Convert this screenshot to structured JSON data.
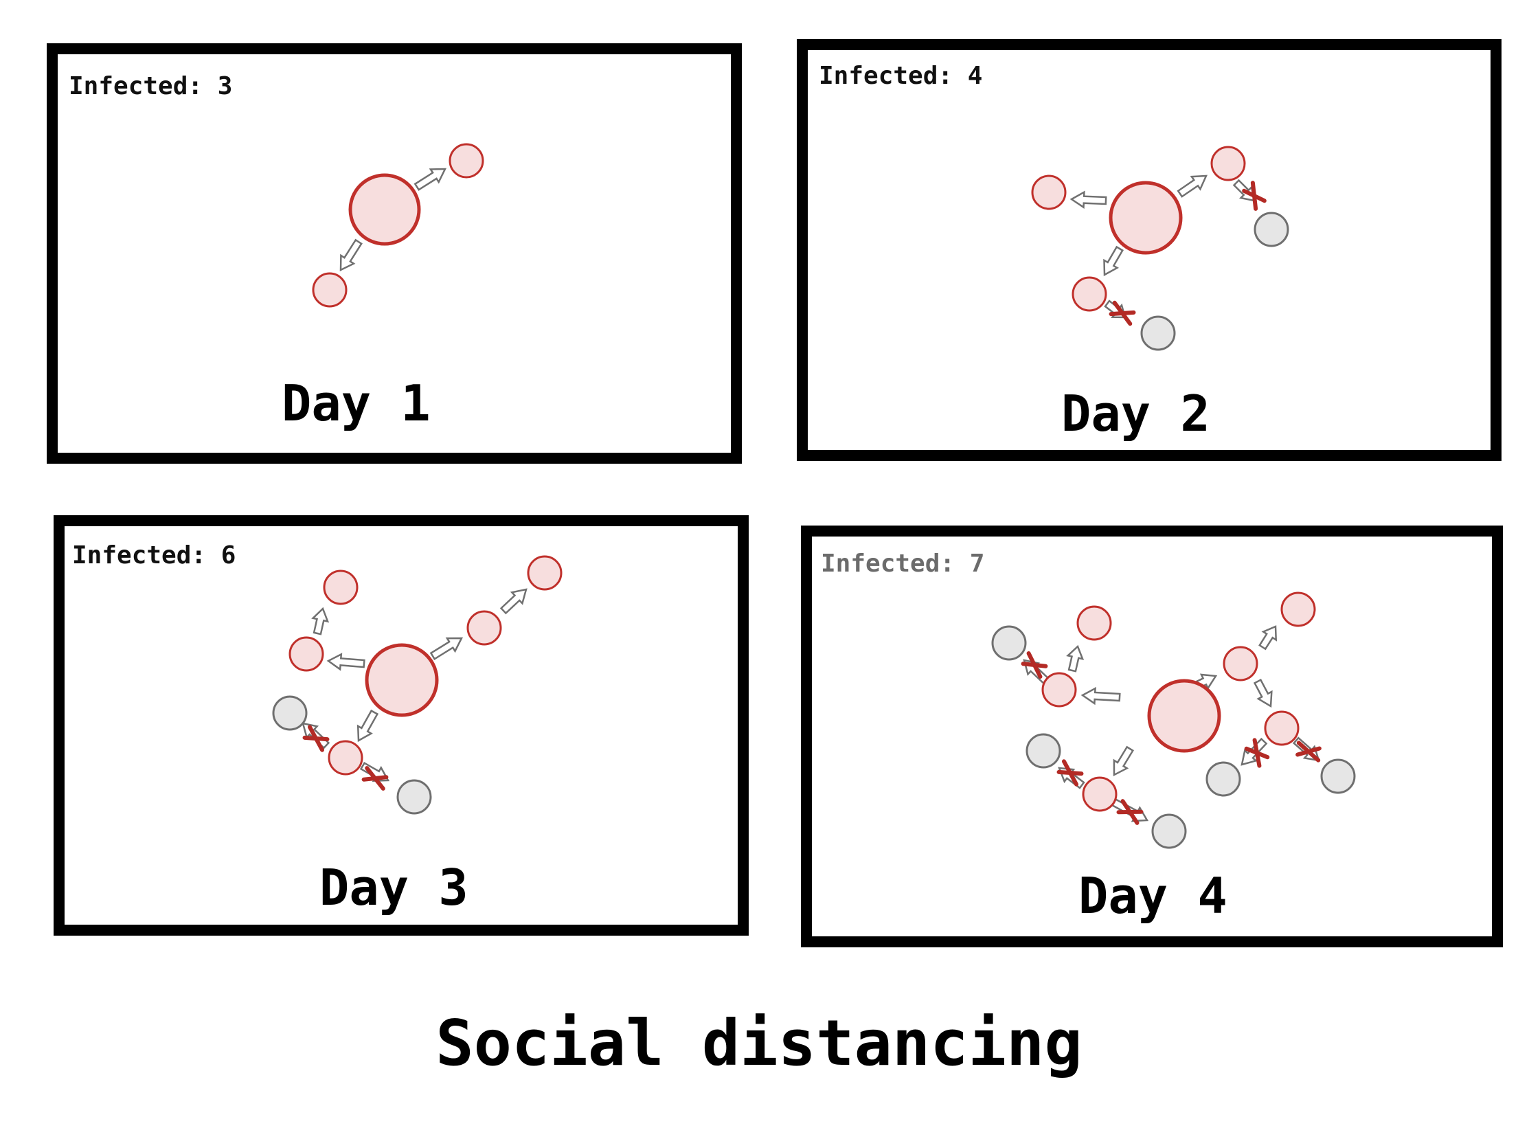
{
  "title": "Social distancing",
  "colors": {
    "infected_fill": "#f7dede",
    "infected_stroke": "#c0302b",
    "healthy_fill": "#e6e6e6",
    "healthy_stroke": "#6f6f6f",
    "block_mark": "#b32a25",
    "arrow_stroke": "#707070"
  },
  "panels": [
    {
      "day_label": "Day 1",
      "infected_label": "Infected: 3",
      "infected_count": 3
    },
    {
      "day_label": "Day 2",
      "infected_label": "Infected: 4",
      "infected_count": 4
    },
    {
      "day_label": "Day 3",
      "infected_label": "Infected: 6",
      "infected_count": 6
    },
    {
      "day_label": "Day 4",
      "infected_label": "Infected: 7",
      "infected_count": 7
    }
  ]
}
